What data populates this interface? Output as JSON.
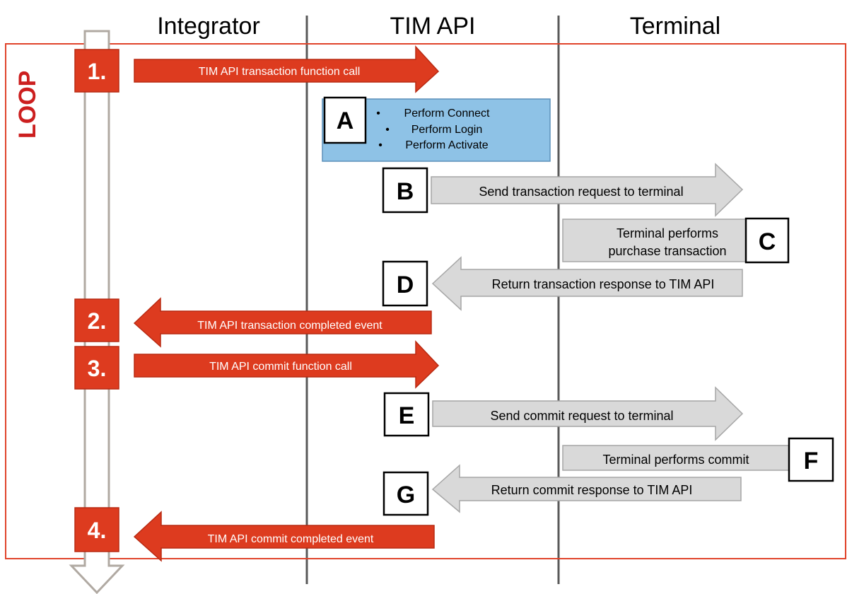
{
  "lanes": {
    "integrator": "Integrator",
    "tim_api": "TIM API",
    "terminal": "Terminal"
  },
  "loop_label": "LOOP",
  "colors": {
    "accent_red": "#dd3b1f",
    "loop_frame": "#e0442b",
    "loop_text": "#cc1f1f",
    "grey_arrow_fill": "#d9d9d9",
    "grey_arrow_stroke": "#a6a6a6",
    "step_box_blue": "#8ec2e6",
    "lifeline": "#595959",
    "timeline_stroke": "#b0a9a2"
  },
  "steps": {
    "s1": {
      "number": "1.",
      "label": "TIM API transaction function call"
    },
    "s2": {
      "number": "2.",
      "label": "TIM API transaction completed event"
    },
    "s3": {
      "number": "3.",
      "label": "TIM API commit function call"
    },
    "s4": {
      "number": "4.",
      "label": "TIM API commit completed event"
    }
  },
  "actions": {
    "a": {
      "letter": "A",
      "items": [
        "Perform Connect",
        "Perform Login",
        "Perform Activate"
      ]
    },
    "b": {
      "letter": "B",
      "label": "Send transaction request to terminal"
    },
    "c": {
      "letter": "C",
      "line1": "Terminal performs",
      "line2": "purchase transaction"
    },
    "d": {
      "letter": "D",
      "label": "Return transaction response to TIM API"
    },
    "e": {
      "letter": "E",
      "label": "Send commit request to terminal"
    },
    "f": {
      "letter": "F",
      "label": "Terminal performs commit"
    },
    "g": {
      "letter": "G",
      "label": "Return commit response to TIM API"
    }
  }
}
